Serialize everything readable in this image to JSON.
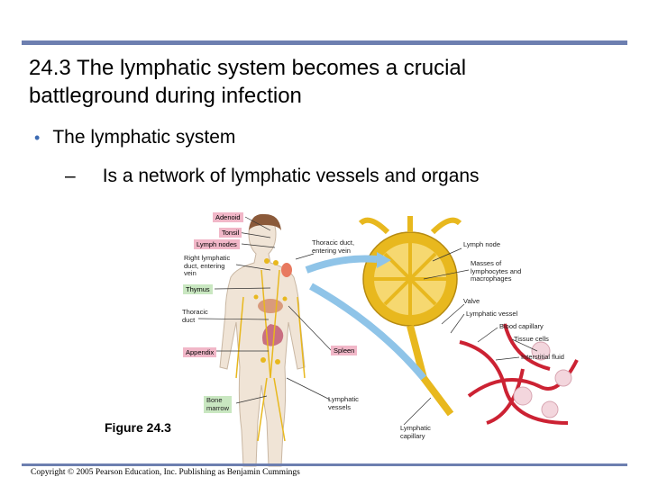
{
  "slide": {
    "title": "24.3 The lymphatic system becomes a crucial battleground during infection",
    "bullet1": "The lymphatic system",
    "bullet2_dash": "–",
    "bullet2": "Is a network of lymphatic vessels and organs",
    "bullet_marker": "•"
  },
  "figure": {
    "caption": "Figure 24.3",
    "labels": {
      "adenoid": "Adenoid",
      "tonsil": "Tonsil",
      "lymph_nodes": "Lymph nodes",
      "right_duct": "Right lymphatic\nduct, entering\nvein",
      "thymus": "Thymus",
      "thoracic_duct": "Thoracic\nduct",
      "appendix": "Appendix",
      "bone_marrow": "Bone\nmarrow",
      "thoracic_entering": "Thoracic duct,\nentering vein",
      "lymph_node": "Lymph node",
      "masses": "Masses of\nlymphocytes and\nmacrophages",
      "valve": "Valve",
      "lymphatic_vessel": "Lymphatic vessel",
      "blood_capillary": "Blood capillary",
      "tissue_cells": "Tissue cells",
      "spleen": "Spleen",
      "interstitial": "Interstitial fluid",
      "lymphatic_vessels": "Lymphatic\nvessels",
      "lymphatic_capillary": "Lymphatic\ncapillary"
    }
  },
  "footer": {
    "copyright": "Copyright © 2005 Pearson Education, Inc. Publishing as Benjamin Cummings"
  },
  "colors": {
    "accent_bar": "#6d7fb0",
    "bullet": "#3d6bb3",
    "pink_label": "#f1b7c8",
    "green_label": "#c9e7c1",
    "lymph_yellow": "#e8b81e"
  }
}
